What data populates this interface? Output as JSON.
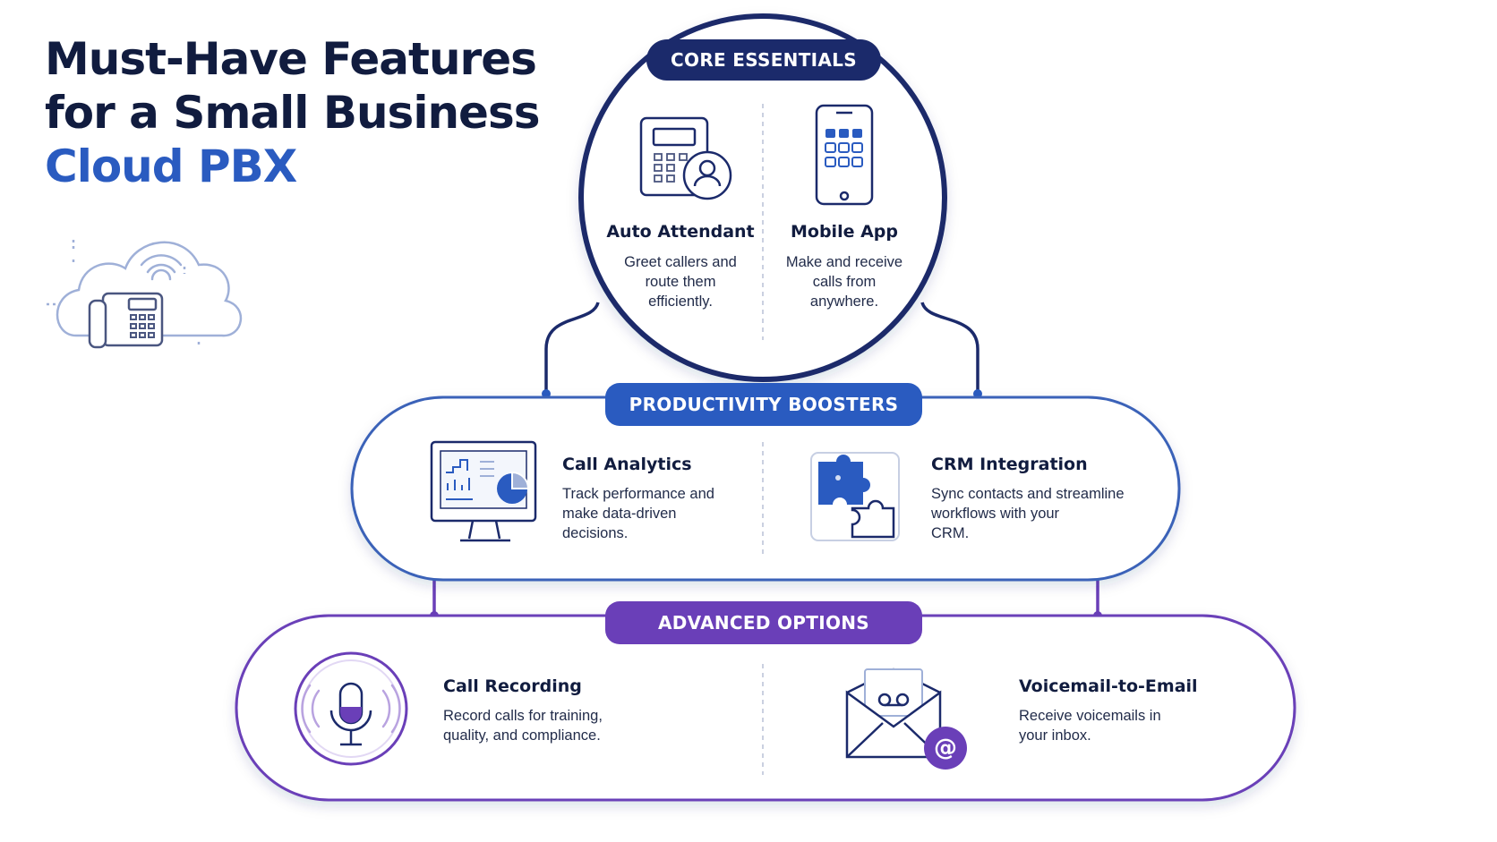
{
  "title": {
    "line1": "Must-Have Features",
    "line2": "for a Small Business",
    "line3": "Cloud PBX"
  },
  "colors": {
    "navy": "#1b2a6b",
    "blue": "#2a5bc0",
    "purple": "#6a3fb8",
    "text": "#111c3f"
  },
  "tiers": {
    "core": {
      "label": "CORE ESSENTIALS",
      "features": [
        {
          "title": "Auto Attendant",
          "desc_lines": [
            "Greet callers and",
            "route them",
            "efficiently."
          ],
          "icon": "desk-phone-user-icon"
        },
        {
          "title": "Mobile App",
          "desc_lines": [
            "Make and receive",
            "calls from",
            "anywhere."
          ],
          "icon": "smartphone-icon"
        }
      ]
    },
    "productivity": {
      "label": "PRODUCTIVITY BOOSTERS",
      "features": [
        {
          "title": "Call Analytics",
          "desc_lines": [
            "Track performance and",
            "make data-driven",
            "decisions."
          ],
          "icon": "analytics-monitor-icon"
        },
        {
          "title": "CRM Integration",
          "desc_lines": [
            "Sync contacts and streamline",
            "workflows with your",
            "CRM."
          ],
          "icon": "puzzle-icon"
        }
      ]
    },
    "advanced": {
      "label": "ADVANCED OPTIONS",
      "features": [
        {
          "title": "Call Recording",
          "desc_lines": [
            "Record calls for training,",
            "quality, and compliance."
          ],
          "icon": "microphone-icon"
        },
        {
          "title": "Voicemail-to-Email",
          "desc_lines": [
            "Receive voicemails in",
            "your inbox."
          ],
          "icon": "voicemail-envelope-icon"
        }
      ]
    }
  }
}
